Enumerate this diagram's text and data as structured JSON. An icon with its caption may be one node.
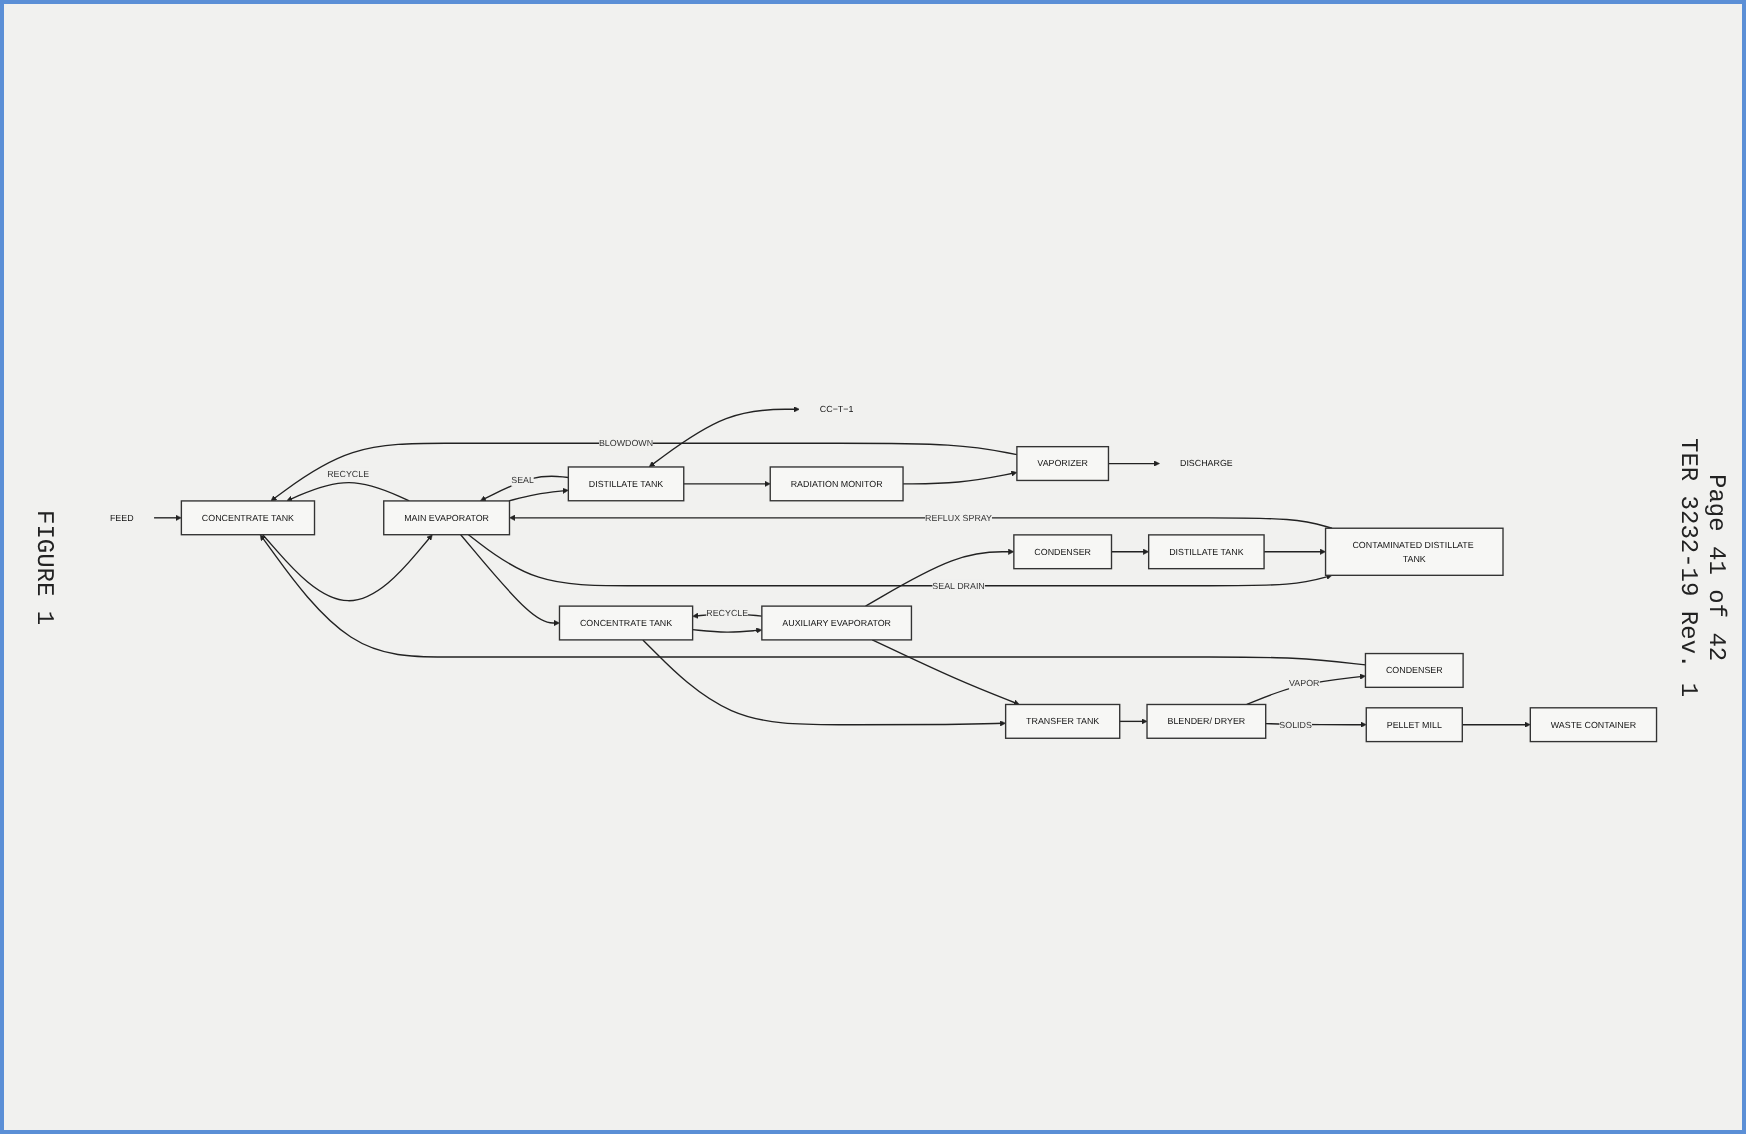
{
  "diagram": {
    "nodes": [
      {
        "text": [
          "FEED"
        ]
      },
      {
        "text": [
          "CONCENTRATE TANK"
        ]
      },
      {
        "text": [
          "MAIN EVAPORATOR"
        ]
      },
      {
        "text": [
          "DISTILLATE TANK"
        ]
      },
      {
        "text": [
          "CC−T−1"
        ]
      },
      {
        "text": [
          "RADIATION MONITOR"
        ]
      },
      {
        "text": [
          "VAPORIZER"
        ]
      },
      {
        "text": [
          "DISCHARGE"
        ]
      },
      {
        "text": [
          "CONTAMINATED DISTILLATE TANK"
        ]
      },
      {
        "text": [
          "CONCENTRATE TANK"
        ]
      },
      {
        "text": [
          "AUXILIARY EVAPORATOR"
        ]
      },
      {
        "text": [
          "CONDENSER"
        ]
      },
      {
        "text": [
          "DISTILLATE TANK"
        ]
      },
      {
        "text": [
          "TRANSFER TANK"
        ]
      },
      {
        "text": [
          "CONDENSER"
        ]
      },
      {
        "text": [
          "BLENDER/ DRYER"
        ]
      },
      {
        "text": [
          "PELLET MILL"
        ]
      },
      {
        "text": [
          "WASTE CONTAINER"
        ]
      }
    ],
    "edges": [
      {
        "from": 0,
        "to": 1,
        "arrow": "to"
      },
      {
        "from": 1,
        "to": 2,
        "arrow": "to"
      },
      {
        "from": 2,
        "to": 3,
        "arrow": "to"
      },
      {
        "from": 3,
        "to": 2,
        "arrow": "to",
        "label": "SEAL"
      },
      {
        "from": 2,
        "to": 1,
        "arrow": "to",
        "label": "RECYCLE"
      },
      {
        "from": 2,
        "to": 9,
        "arrow": "to"
      },
      {
        "from": 2,
        "to": 8,
        "arrow": "to",
        "label": "SEAL DRAIN"
      },
      {
        "from": 3,
        "to": 4,
        "arrow": "both"
      },
      {
        "from": 3,
        "to": 5,
        "arrow": "to"
      },
      {
        "from": 5,
        "to": 6,
        "arrow": "to"
      },
      {
        "from": 6,
        "to": 7,
        "arrow": "to"
      },
      {
        "from": 6,
        "to": 1,
        "arrow": "to",
        "label": "BLOWDOWN"
      },
      {
        "from": 8,
        "to": 2,
        "arrow": "to",
        "label": "REFLUX SPRAY"
      },
      {
        "from": 14,
        "to": 1,
        "arrow": "to"
      },
      {
        "from": 9,
        "to": 10,
        "arrow": "to"
      },
      {
        "from": 9,
        "to": 13,
        "arrow": "to"
      },
      {
        "from": 10,
        "to": 9,
        "arrow": "to",
        "label": "RECYCLE"
      },
      {
        "from": 10,
        "to": 13,
        "arrow": "to"
      },
      {
        "from": 10,
        "to": 11,
        "arrow": "to"
      },
      {
        "from": 11,
        "to": 12,
        "arrow": "to"
      },
      {
        "from": 12,
        "to": 8,
        "arrow": "to"
      },
      {
        "from": 13,
        "to": 15,
        "arrow": "to"
      },
      {
        "from": 15,
        "to": 14,
        "arrow": "to",
        "label": "VAPOR"
      },
      {
        "from": 15,
        "to": 16,
        "arrow": "to",
        "label": "SOLIDS"
      },
      {
        "from": 16,
        "to": 17,
        "arrow": "to"
      }
    ],
    "labels": [
      "FIGURE 1",
      "TER 3232-19 Rev. 1",
      "Page 41 of 42"
    ]
  }
}
